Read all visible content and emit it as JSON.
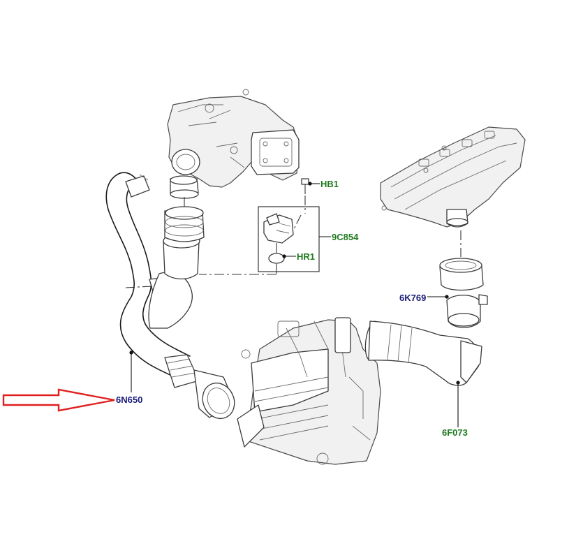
{
  "colors": {
    "label_green": "#1f7a1f",
    "label_navy": "#1a1a7a",
    "arrow_red": "#e02020",
    "line": "#1a1a1a"
  },
  "labels": {
    "hb1": "HB1",
    "c9854": "9C854",
    "hr1": "HR1",
    "k6769": "6K769",
    "n6650": "6N650",
    "f6073": "6F073"
  }
}
